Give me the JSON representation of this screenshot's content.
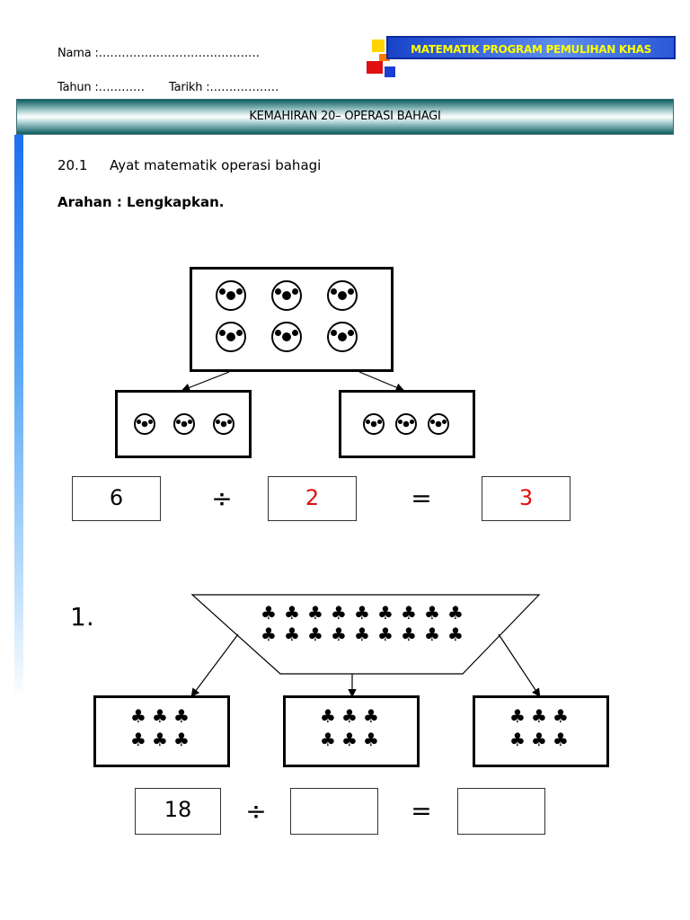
{
  "header": {
    "nama_label": "Nama :……………………………………",
    "tahun_label": "Tahun :…………",
    "tarikh_label": "Tarikh :………………",
    "banner_title": "MATEMATIK  PROGRAM PEMULIHAN  KHAS",
    "skill_title": "KEMAHIRAN 20– OPERASI BAHAGI"
  },
  "section": {
    "number": "20.1",
    "title": "Ayat matematik operasi bahagi",
    "instruction": "Arahan : Lengkapkan."
  },
  "example": {
    "total_items": 6,
    "groups": 2,
    "per_group": 3,
    "dividend": "6",
    "divisor": "2",
    "quotient": "3",
    "divide_sign": "÷",
    "equals_sign": "=",
    "item_icon": "soccer-ball-icon"
  },
  "question_1": {
    "label": "1.",
    "total_items": 18,
    "groups": 3,
    "per_group": 6,
    "dividend": "18",
    "divisor": "",
    "quotient": "",
    "divide_sign": "÷",
    "equals_sign": "=",
    "item_icon": "tree-icon",
    "item_glyph": "♣"
  },
  "colors": {
    "answer_red": "#e01010",
    "banner_text": "#ffff00",
    "banner_blue": "#1843c9",
    "skill_teal": "#0d5e62"
  }
}
